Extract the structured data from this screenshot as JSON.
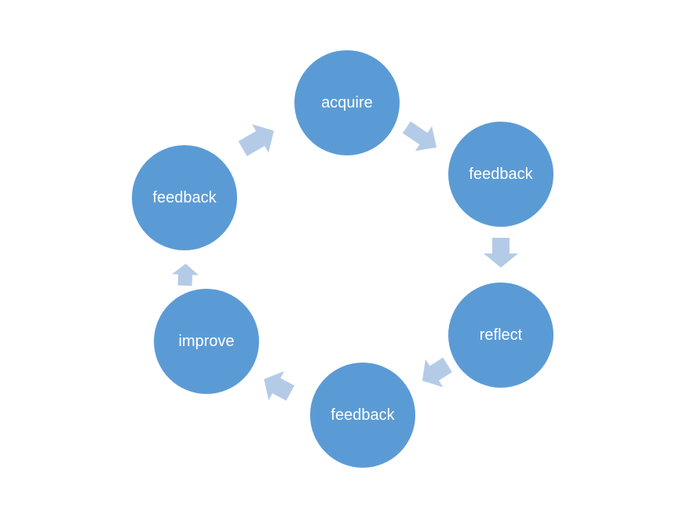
{
  "diagram": {
    "type": "cycle",
    "direction": "clockwise",
    "colors": {
      "node_fill": "#5b9bd5",
      "node_text": "#ffffff",
      "arrow_fill": "#b4cbe8",
      "background": "#ffffff"
    },
    "nodes": [
      {
        "label": "acquire"
      },
      {
        "label": "feedback"
      },
      {
        "label": "reflect"
      },
      {
        "label": "feedback"
      },
      {
        "label": "improve"
      },
      {
        "label": "feedback"
      }
    ]
  }
}
